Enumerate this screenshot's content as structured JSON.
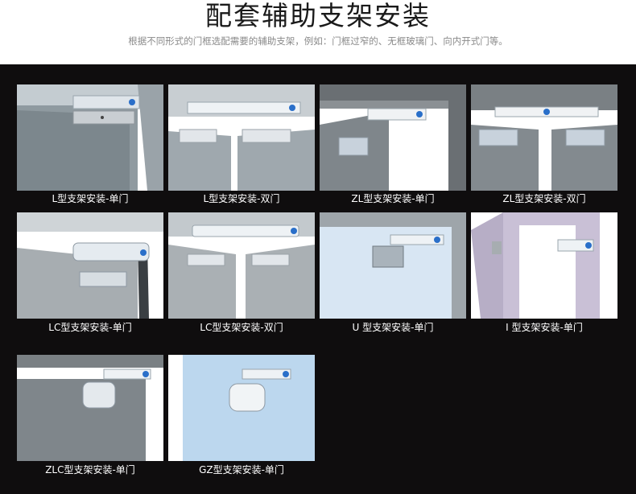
{
  "header": {
    "title": "配套辅助支架安装",
    "subtitle": "根据不同形式的门框选配需要的辅助支架，例如：门框过窄的、无框玻璃门、向内开式门等。"
  },
  "items": [
    {
      "caption": "L型支架安装-单门"
    },
    {
      "caption": "L型支架安装-双门"
    },
    {
      "caption": "ZL型支架安装-单门"
    },
    {
      "caption": "ZL型支架安装-双门"
    },
    {
      "caption": "LC型支架安装-单门"
    },
    {
      "caption": "LC型支架安装-双门"
    },
    {
      "caption": "U 型支架安装-单门"
    },
    {
      "caption": "I 型支架安装-单门"
    },
    {
      "caption": "ZLC型支架安装-单门"
    },
    {
      "caption": "GZ型支架安装-单门"
    }
  ],
  "colors": {
    "page_background": "#ffffff",
    "panel_background": "#0f0d0e",
    "title_text": "#1a1a1a",
    "subtitle_text": "#8a8a8a",
    "caption_text": "#ffffff",
    "lock_accent": "#2a6fc9"
  }
}
